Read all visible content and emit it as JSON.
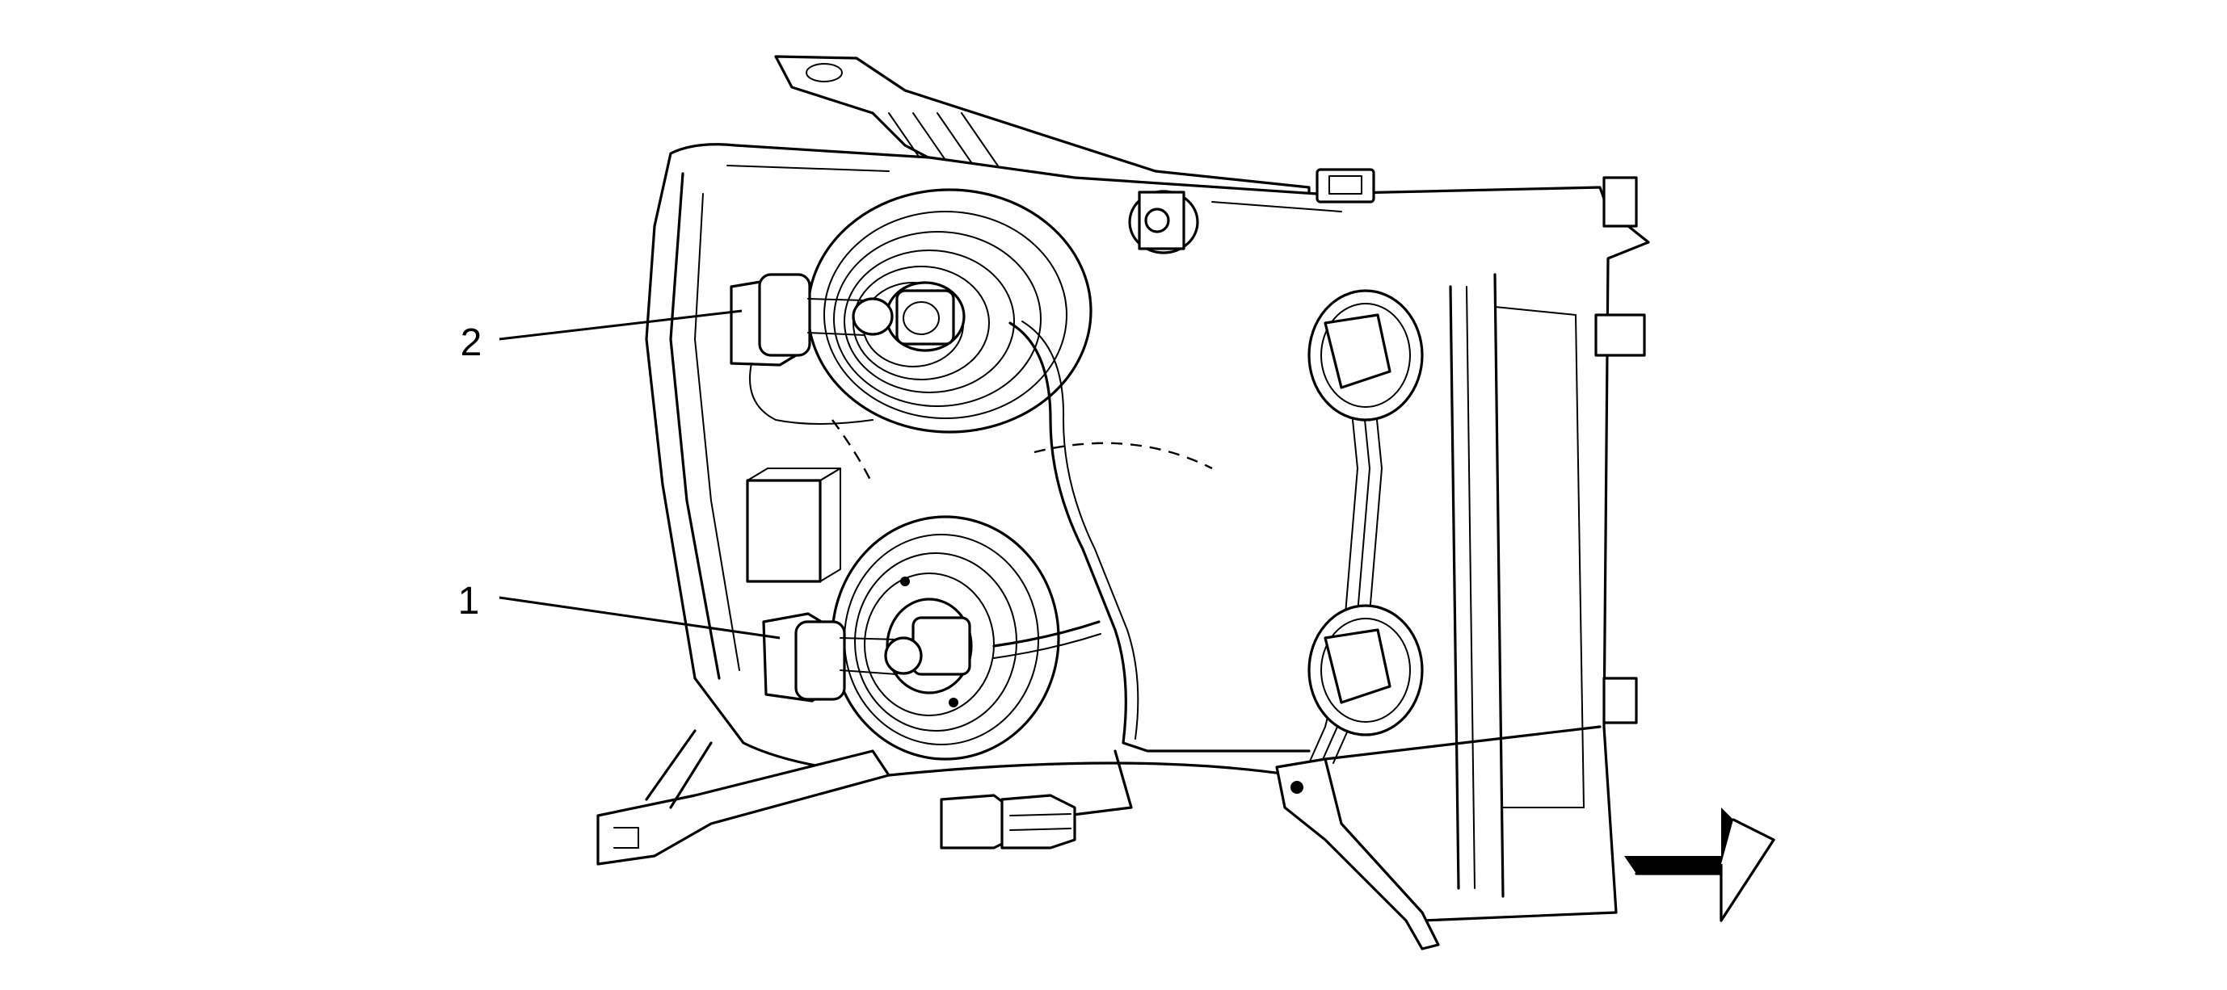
{
  "diagram": {
    "callouts": [
      {
        "id": "callout-1",
        "label": "1"
      },
      {
        "id": "callout-2",
        "label": "2"
      }
    ],
    "colors": {
      "ink": "#000000",
      "paper": "#ffffff"
    },
    "icons": [
      "direction-arrow-icon"
    ]
  }
}
